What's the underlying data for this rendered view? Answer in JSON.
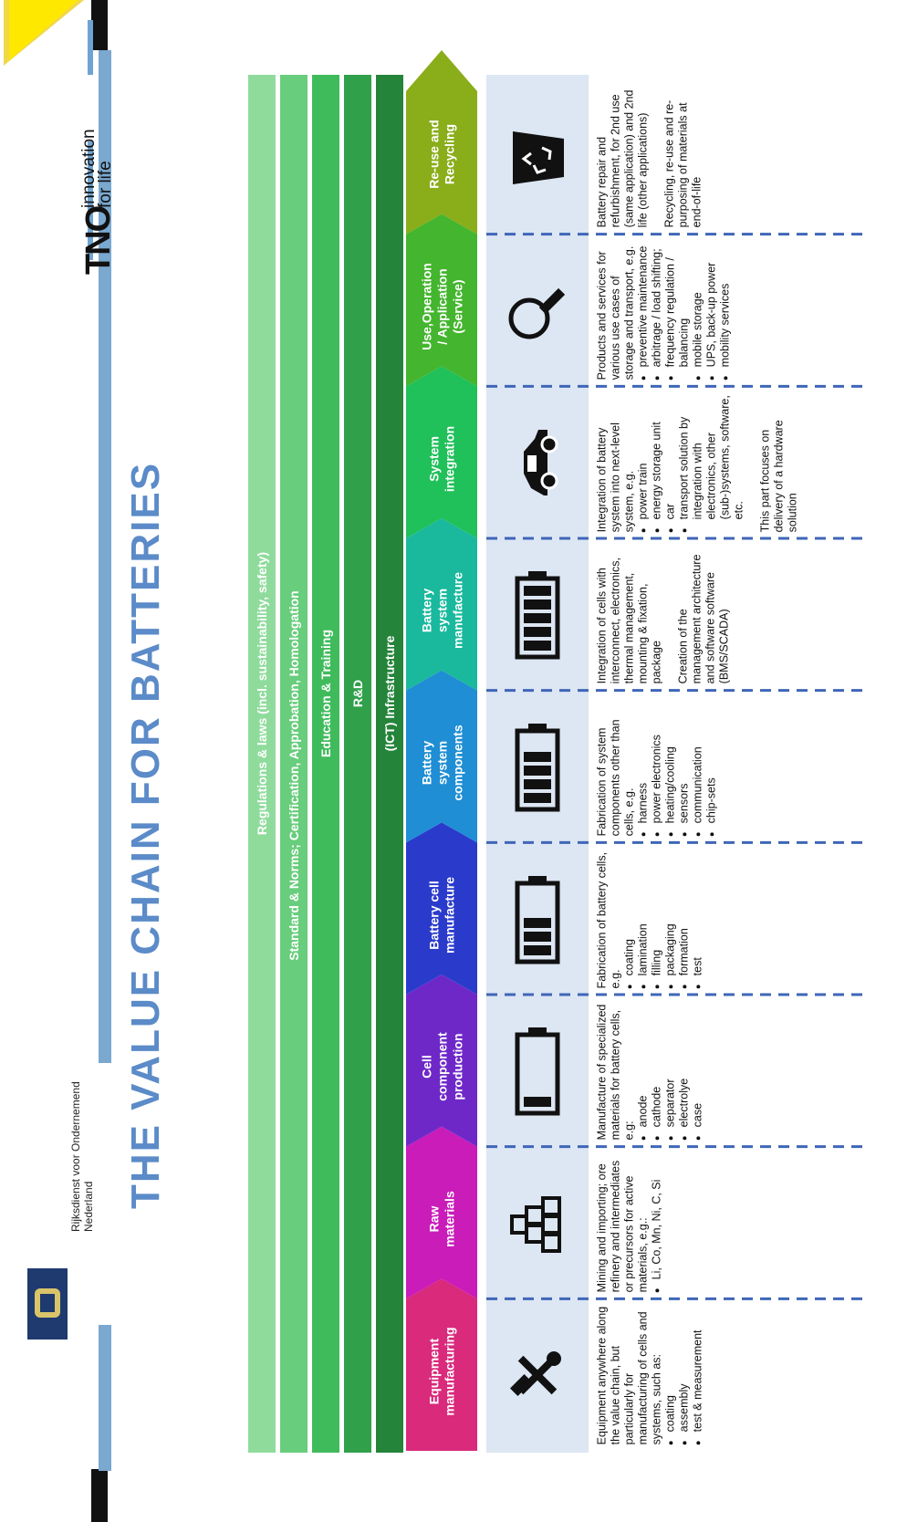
{
  "title": "THE VALUE CHAIN FOR BATTERIES",
  "rvo": {
    "line1": "Rijksdienst voor Ondernemend",
    "line2": "Nederland"
  },
  "tno": {
    "brand": "TNO",
    "line1": "innovation",
    "line2": "for life"
  },
  "bands": [
    {
      "label": "Regulations & laws (incl. sustainability, safety)",
      "color": "#8fdb9c"
    },
    {
      "label": "Standard & Norms;  Certification, Approbation, Homologation",
      "color": "#68cd7c"
    },
    {
      "label": "Education & Training",
      "color": "#40bb5c"
    },
    {
      "label": "R&D",
      "color": "#30a04a"
    },
    {
      "label": "(ICT) Infrastructure",
      "color": "#24843a"
    }
  ],
  "stages": [
    {
      "label": "Equipment\nmanufacturing",
      "color": "#d92a7c",
      "icon": "hammer-wrench-icon"
    },
    {
      "label": "Raw\nmaterials",
      "color": "#c91cb9",
      "icon": "gold-bars-icon"
    },
    {
      "label": "Cell\ncomponent\nproduction",
      "color": "#6f28c8",
      "icon": "battery-low-icon"
    },
    {
      "label": "Battery cell\nmanufacture",
      "color": "#2a3bcc",
      "icon": "battery-half-icon"
    },
    {
      "label": "Battery\nsystem\ncomponents",
      "color": "#1f8ed4",
      "icon": "battery-mostly-icon"
    },
    {
      "label": "Battery\nsystem\nmanufacture",
      "color": "#1ab99d",
      "icon": "battery-full-icon"
    },
    {
      "label": "System\nintegration",
      "color": "#20c05a",
      "icon": "car-icon"
    },
    {
      "label": "Use,Operation\n/ Application\n(Service)",
      "color": "#44b52e",
      "icon": "magnifier-icon"
    },
    {
      "label": "Re-use and\nRecycling",
      "color": "#8aad1a",
      "icon": "recycle-bin-icon"
    }
  ],
  "descriptions": [
    {
      "intro": "Equipment anywhere along the value chain, but particularly for manufacturing of cells and systems, such as:",
      "items": [
        "coating",
        "assembly",
        "test & measurement"
      ]
    },
    {
      "intro": "Mining and importing; ore refinery and intermediates or precursors for active materials, e.g.:",
      "items": [
        "Li, Co, Mn, Ni, C, Si"
      ]
    },
    {
      "intro": "Manufacture of specialized materials for battery cells, e.g:",
      "items": [
        "anode",
        "cathode",
        "separator",
        "electrolye",
        "case"
      ]
    },
    {
      "intro": "Fabrication of battery cells, e.g.",
      "items": [
        "coating",
        "lamination",
        "filling",
        "packaging",
        "formation",
        "test"
      ]
    },
    {
      "intro": "Fabrication of system components other than cells, e.g.",
      "items": [
        "harness",
        "power electronics",
        "heating/cooling",
        "sensors",
        "communication",
        "chip-sets"
      ]
    },
    {
      "intro": "Integration of cells with interconnect, electronics, thermal management, mounting & fixation, package",
      "items": [],
      "extra": "Creation of the management architecture and software software (BMS/SCADA)"
    },
    {
      "intro": "Integration of battery system into next-level system, e.g.",
      "items": [
        "power train",
        "energy storage unit",
        "car",
        "transport solution by integration with electronics, other (sub-)systems, software, etc."
      ],
      "extra": "This part focuses on delivery of a hardware solution"
    },
    {
      "intro": "Products and services for various use cases of storage and transport, e.g.",
      "items": [
        "preventive maintenance",
        "arbitrage / load shifting;",
        "frequency regulation / balancing",
        "mobile storage",
        "UPS, back-up power",
        "mobility services"
      ]
    },
    {
      "intro": "Battery repair and refurbishment, for 2nd use (same application) and 2nd life (other applications)",
      "items": [],
      "extra": "Recycling, re-use and re-purposing of materials at end-of-life"
    }
  ]
}
